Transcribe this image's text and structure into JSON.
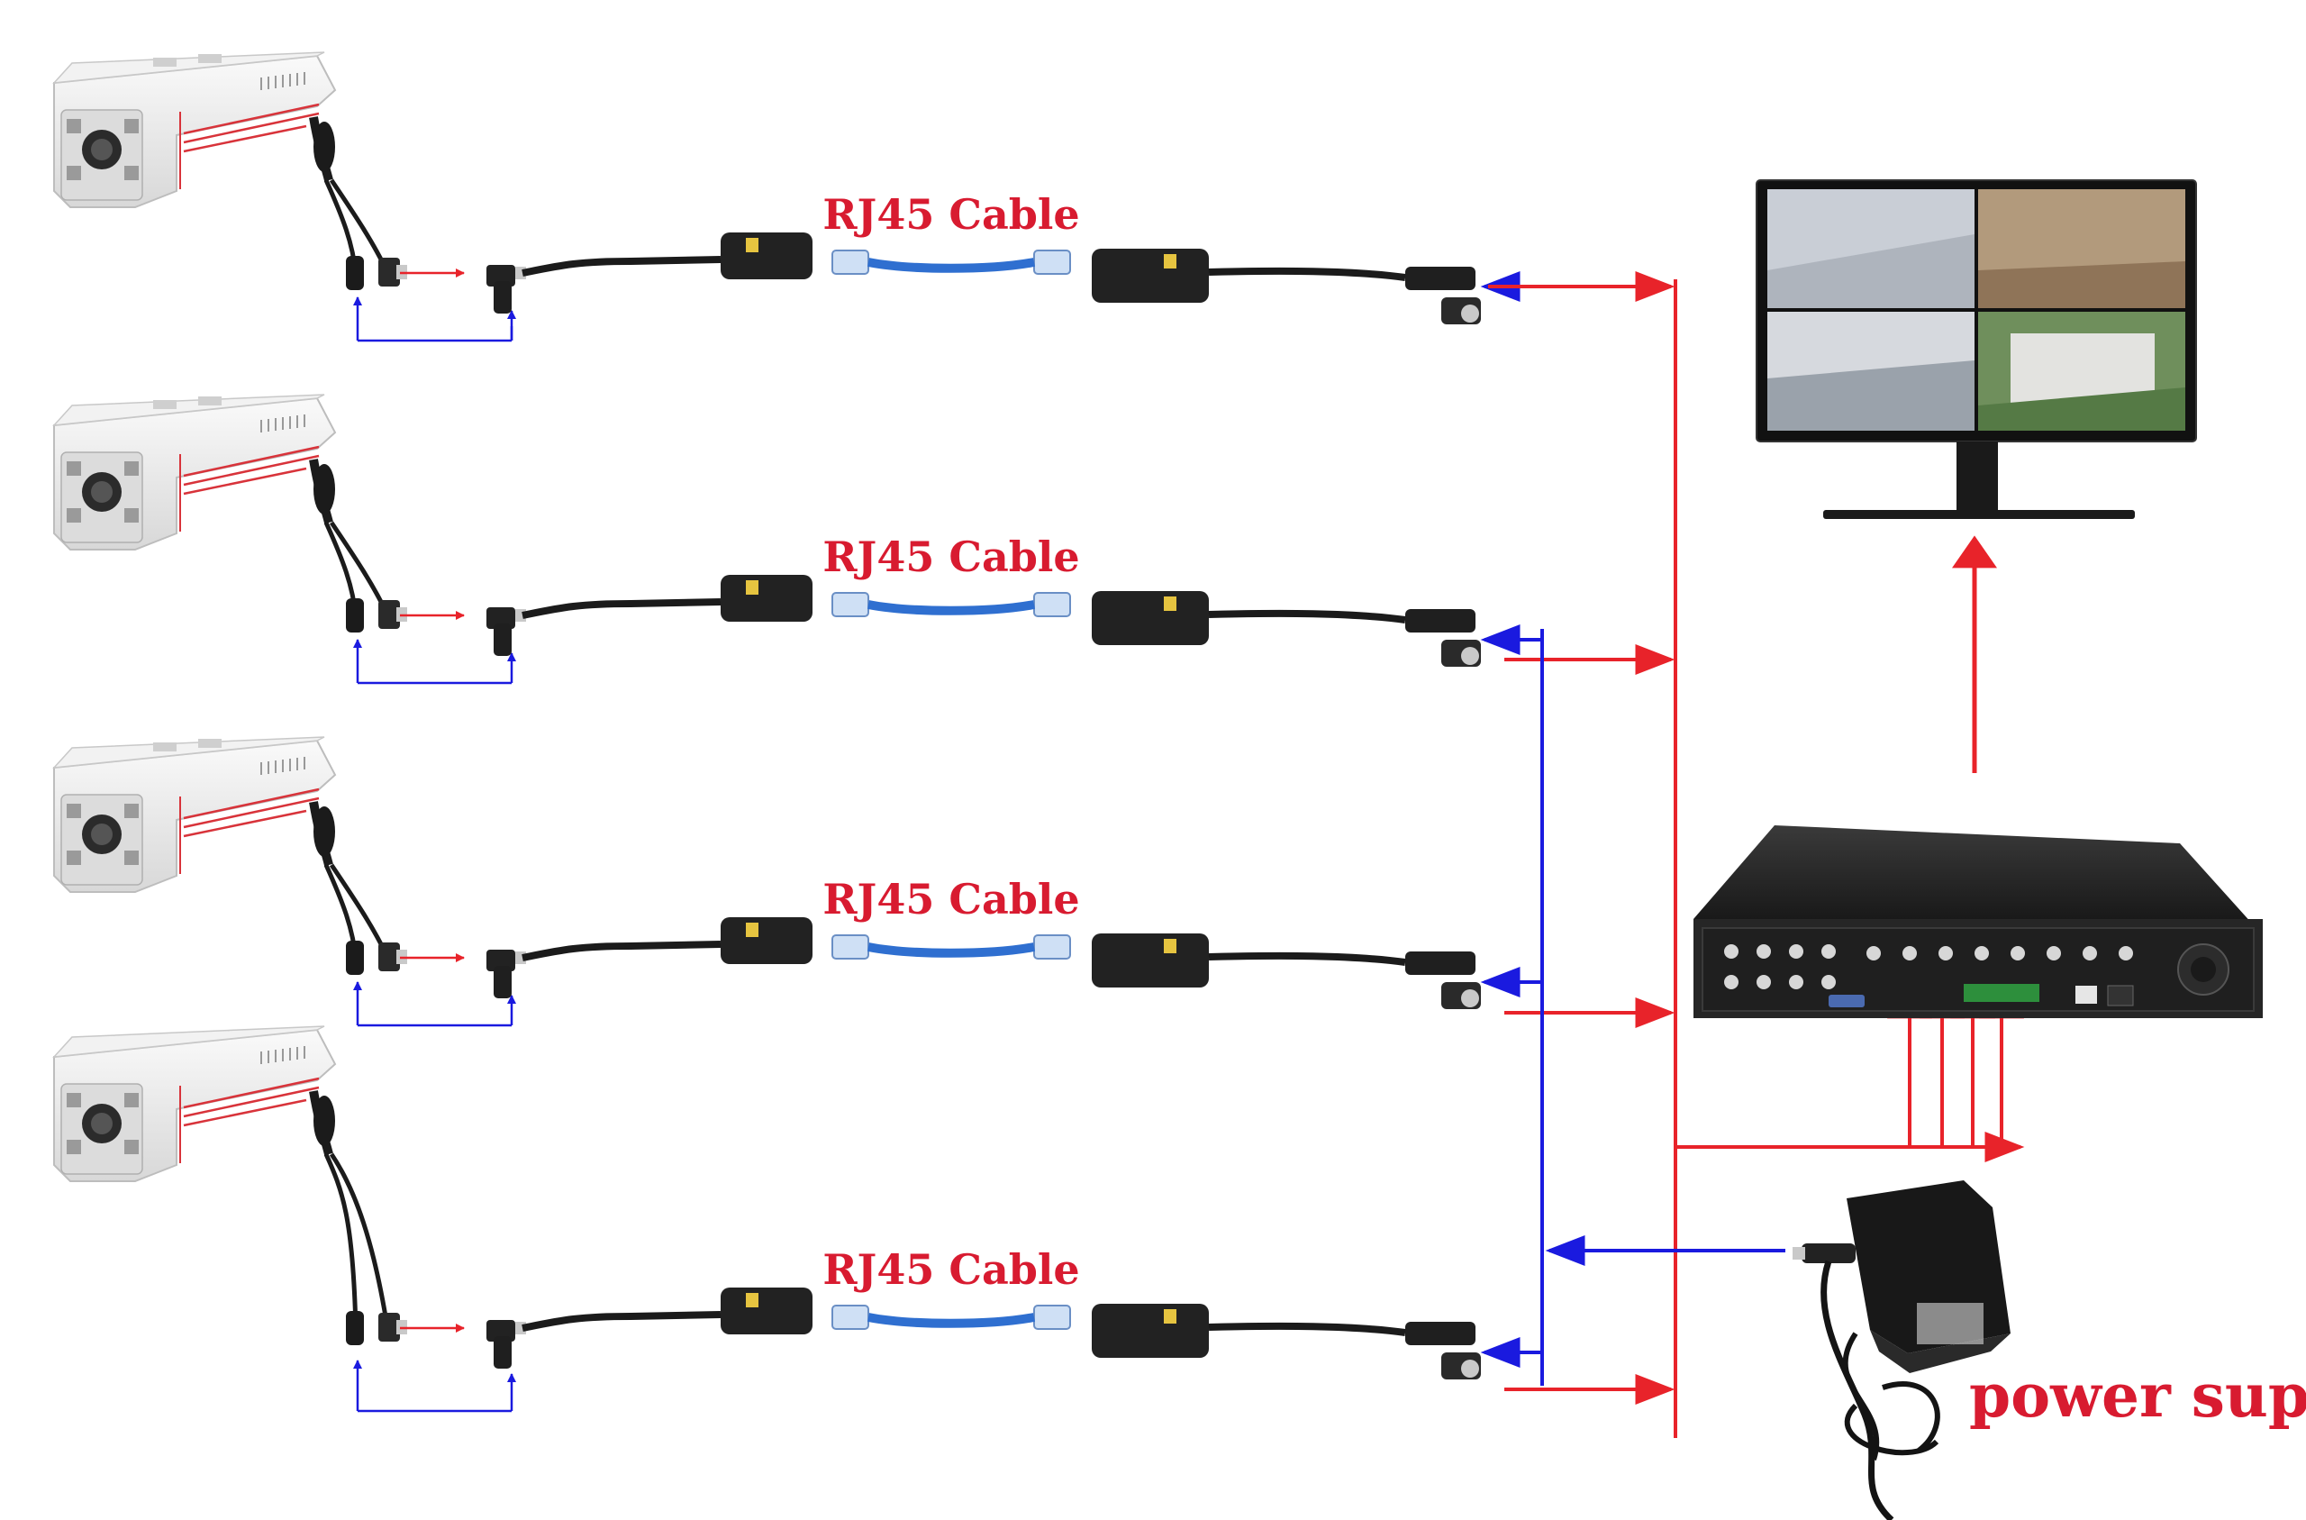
{
  "colors": {
    "red": "#e8232a",
    "blue": "#1a1adf",
    "label_red": "#d81b30",
    "cable_blue": "#2f6fd0",
    "camera_body": "#eeeeee",
    "device_black": "#1e1e1e"
  },
  "rows": [
    {
      "cable_label": "RJ45  Cable"
    },
    {
      "cable_label": "RJ45  Cable"
    },
    {
      "cable_label": "RJ45  Cable"
    },
    {
      "cable_label": "RJ45  Cable"
    }
  ],
  "power_supply": {
    "label": "power supply"
  },
  "icons": [
    "bullet-camera-icon",
    "video-balun-icon",
    "rj45-plug-icon",
    "bnc-connector-icon",
    "monitor-icon",
    "dvr-recorder-icon",
    "power-adapter-icon"
  ]
}
